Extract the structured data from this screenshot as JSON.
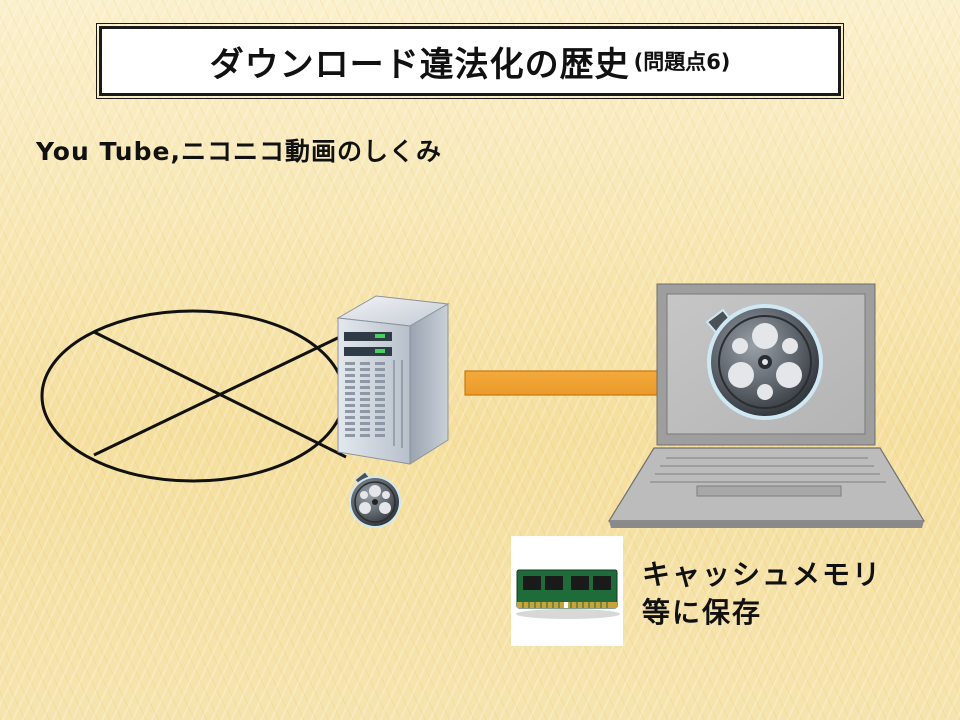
{
  "title": {
    "main": "ダウンロード違法化の歴史",
    "sub": "(問題点6)"
  },
  "subtitle": "You Tube,ニコニコ動画のしくみ",
  "caption": {
    "line1": "キャッシュメモリ",
    "line2": "等に保存"
  },
  "colors": {
    "arrow_fill": "#f0a22e",
    "laptop_gray": "#bdbdbd",
    "server_gray": "#a9b3bf",
    "film_reel": "#555a61"
  },
  "icons": {
    "network": "network-circle-icon",
    "server": "server-tower-icon",
    "arrow": "right-arrow-icon",
    "laptop": "laptop-icon",
    "reel": "film-reel-icon",
    "memory": "memory-module-icon"
  }
}
